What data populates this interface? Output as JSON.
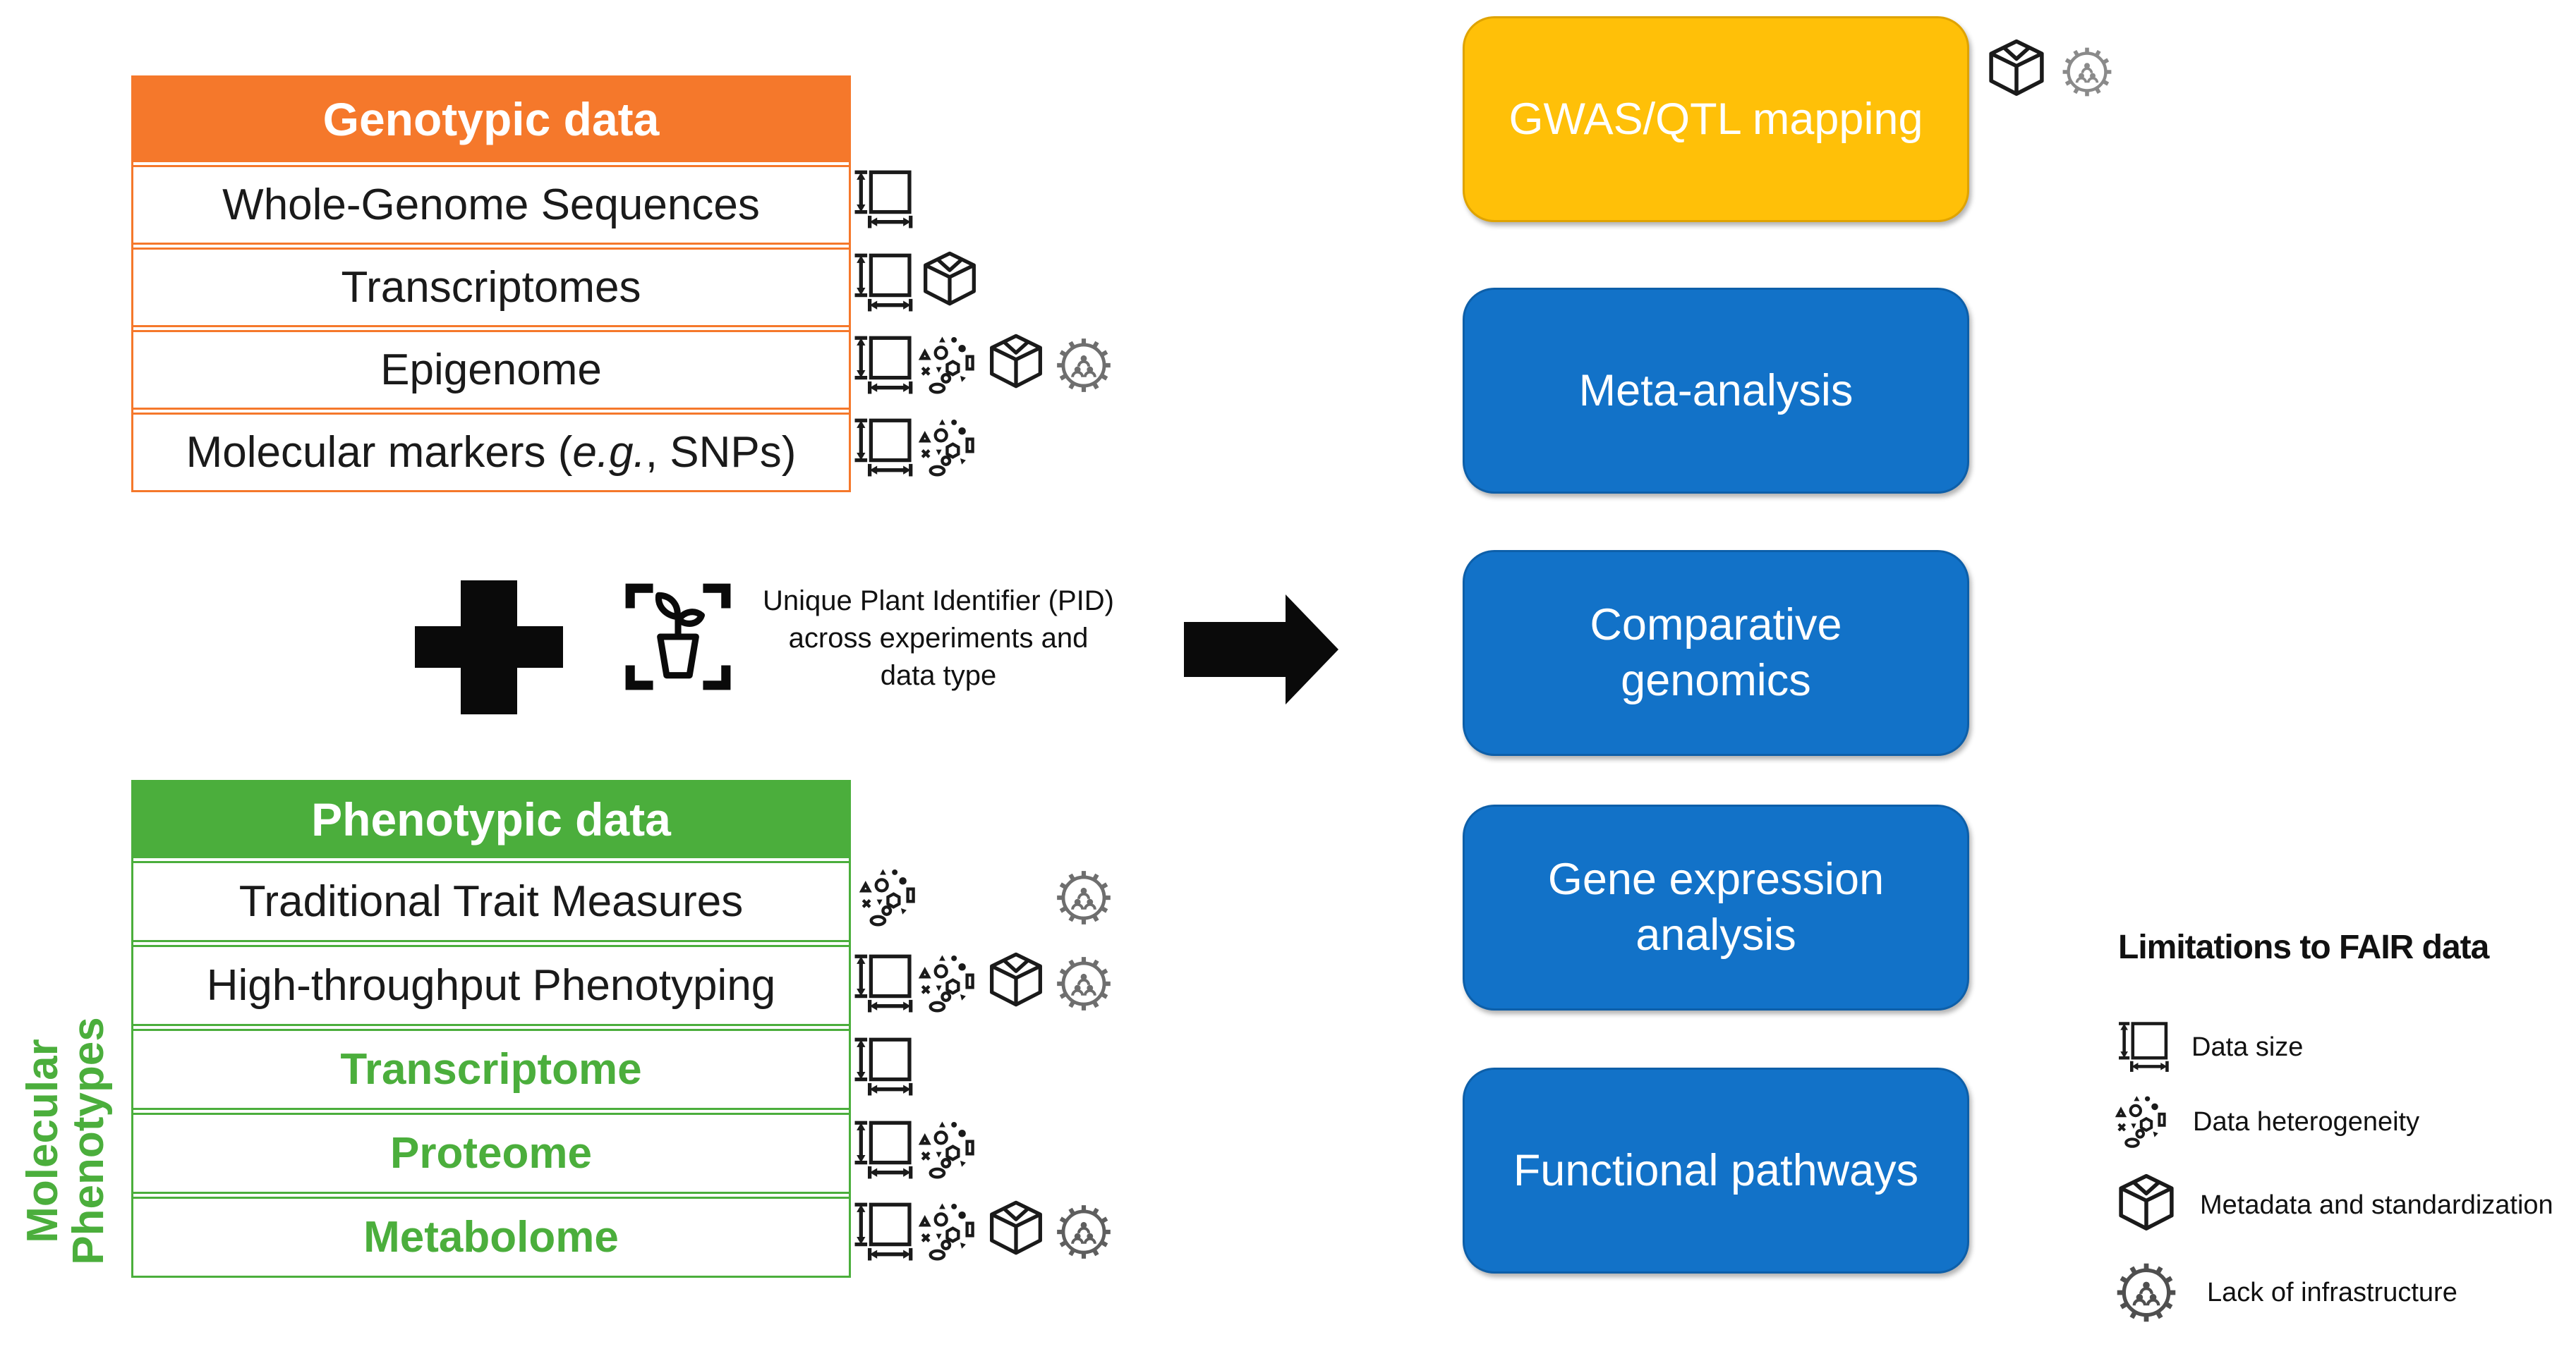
{
  "colors": {
    "orange": "#F5782B",
    "green": "#4BAE3C",
    "blue": "#1272C8",
    "yellow": "#FFC008",
    "icon_black": "#1a1a1a",
    "gear_gray": "#6e6e6e"
  },
  "genotypic": {
    "header_label": "Genotypic data",
    "rows": [
      {
        "label": "Whole-Genome Sequences",
        "icons": [
          "data-size-icon"
        ]
      },
      {
        "label": "Transcriptomes",
        "icons": [
          "data-size-icon",
          "metadata-cube-icon"
        ]
      },
      {
        "label": "Epigenome",
        "icons": [
          "data-size-icon",
          "data-heterogeneity-icon",
          "metadata-cube-icon",
          "infrastructure-gear-icon"
        ]
      },
      {
        "label_prefix": "Molecular markers (",
        "label_italic": "e.g.",
        "label_suffix": ", SNPs)",
        "icons": [
          "data-size-icon",
          "data-heterogeneity-icon"
        ]
      }
    ]
  },
  "phenotypic": {
    "header_label": "Phenotypic data",
    "rows": [
      {
        "label": "Traditional Trait Measures",
        "molecular": false,
        "icons": [
          "data-heterogeneity-icon",
          "infrastructure-gear-icon"
        ]
      },
      {
        "label": "High-throughput Phenotyping",
        "molecular": false,
        "icons": [
          "data-size-icon",
          "data-heterogeneity-icon",
          "metadata-cube-icon",
          "infrastructure-gear-icon"
        ]
      },
      {
        "label": "Transcriptome",
        "molecular": true,
        "icons": [
          "data-size-icon"
        ]
      },
      {
        "label": "Proteome",
        "molecular": true,
        "icons": [
          "data-size-icon",
          "data-heterogeneity-icon"
        ]
      },
      {
        "label": "Metabolome",
        "molecular": true,
        "icons": [
          "data-size-icon",
          "data-heterogeneity-icon",
          "metadata-cube-icon",
          "infrastructure-gear-icon"
        ]
      }
    ]
  },
  "molecular_axis_label": "Molecular\nPhenotypes",
  "pid_annotation": {
    "text": "Unique Plant Identifier (PID)\nacross experiments and\ndata type",
    "icons": [
      "plus-icon",
      "plant-id-icon",
      "arrow-right-icon"
    ]
  },
  "analyses": [
    {
      "label": "GWAS/QTL mapping",
      "color": "#FFC008",
      "icons": [
        "metadata-cube-icon",
        "infrastructure-gear-icon"
      ]
    },
    {
      "label": "Meta-analysis",
      "color": "#1272C8",
      "icons": []
    },
    {
      "label": "Comparative\ngenomics",
      "color": "#1272C8",
      "icons": []
    },
    {
      "label": "Gene expression\nanalysis",
      "color": "#1272C8",
      "icons": []
    },
    {
      "label": "Functional pathways",
      "color": "#1272C8",
      "icons": []
    }
  ],
  "legend": {
    "title": "Limitations to FAIR data",
    "items": [
      {
        "label": "Data size",
        "icon": "data-size-icon"
      },
      {
        "label": "Data heterogeneity",
        "icon": "data-heterogeneity-icon"
      },
      {
        "label": "Metadata and standardization",
        "icon": "metadata-cube-icon"
      },
      {
        "label": "Lack of infrastructure",
        "icon": "infrastructure-gear-icon"
      }
    ]
  }
}
